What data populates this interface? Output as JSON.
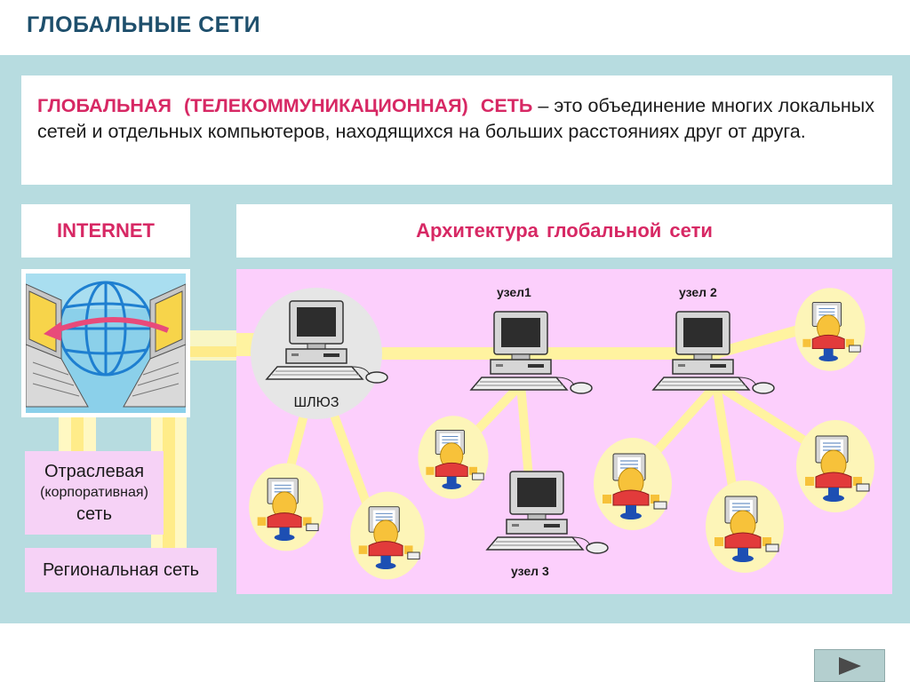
{
  "page": {
    "title": "ГЛОБАЛЬНЫЕ  СЕТИ"
  },
  "definition": {
    "term": "ГЛОБАЛЬНАЯ  (ТЕЛЕКОММУНИКАЦИОННАЯ)  СЕТЬ",
    "text": " – это объединение многих локальных сетей и отдельных компьютеров, находящихся на больших расстояниях друг от друга."
  },
  "internet": {
    "label": "INTERNET"
  },
  "architecture": {
    "title": "Архитектура  глобальной  сети",
    "gateway_label": "ШЛЮЗ",
    "node1_label": "узел1",
    "node2_label": "узел 2",
    "node3_label": "узел 3"
  },
  "networks": {
    "branch_line1": "Отраслевая",
    "branch_line2": "(корпоративная)",
    "branch_line3": "сеть",
    "regional": "Региональная сеть"
  },
  "colors": {
    "accent": "#d72864",
    "title": "#1e4f6c",
    "band": "#b7dce0",
    "diagram_bg": "#fccffc",
    "network_box": "#f6d2f6",
    "link": "#fff3a0",
    "user_circle": "#fdf5b8"
  },
  "navigation": {
    "next_icon": "play-triangle-icon"
  }
}
